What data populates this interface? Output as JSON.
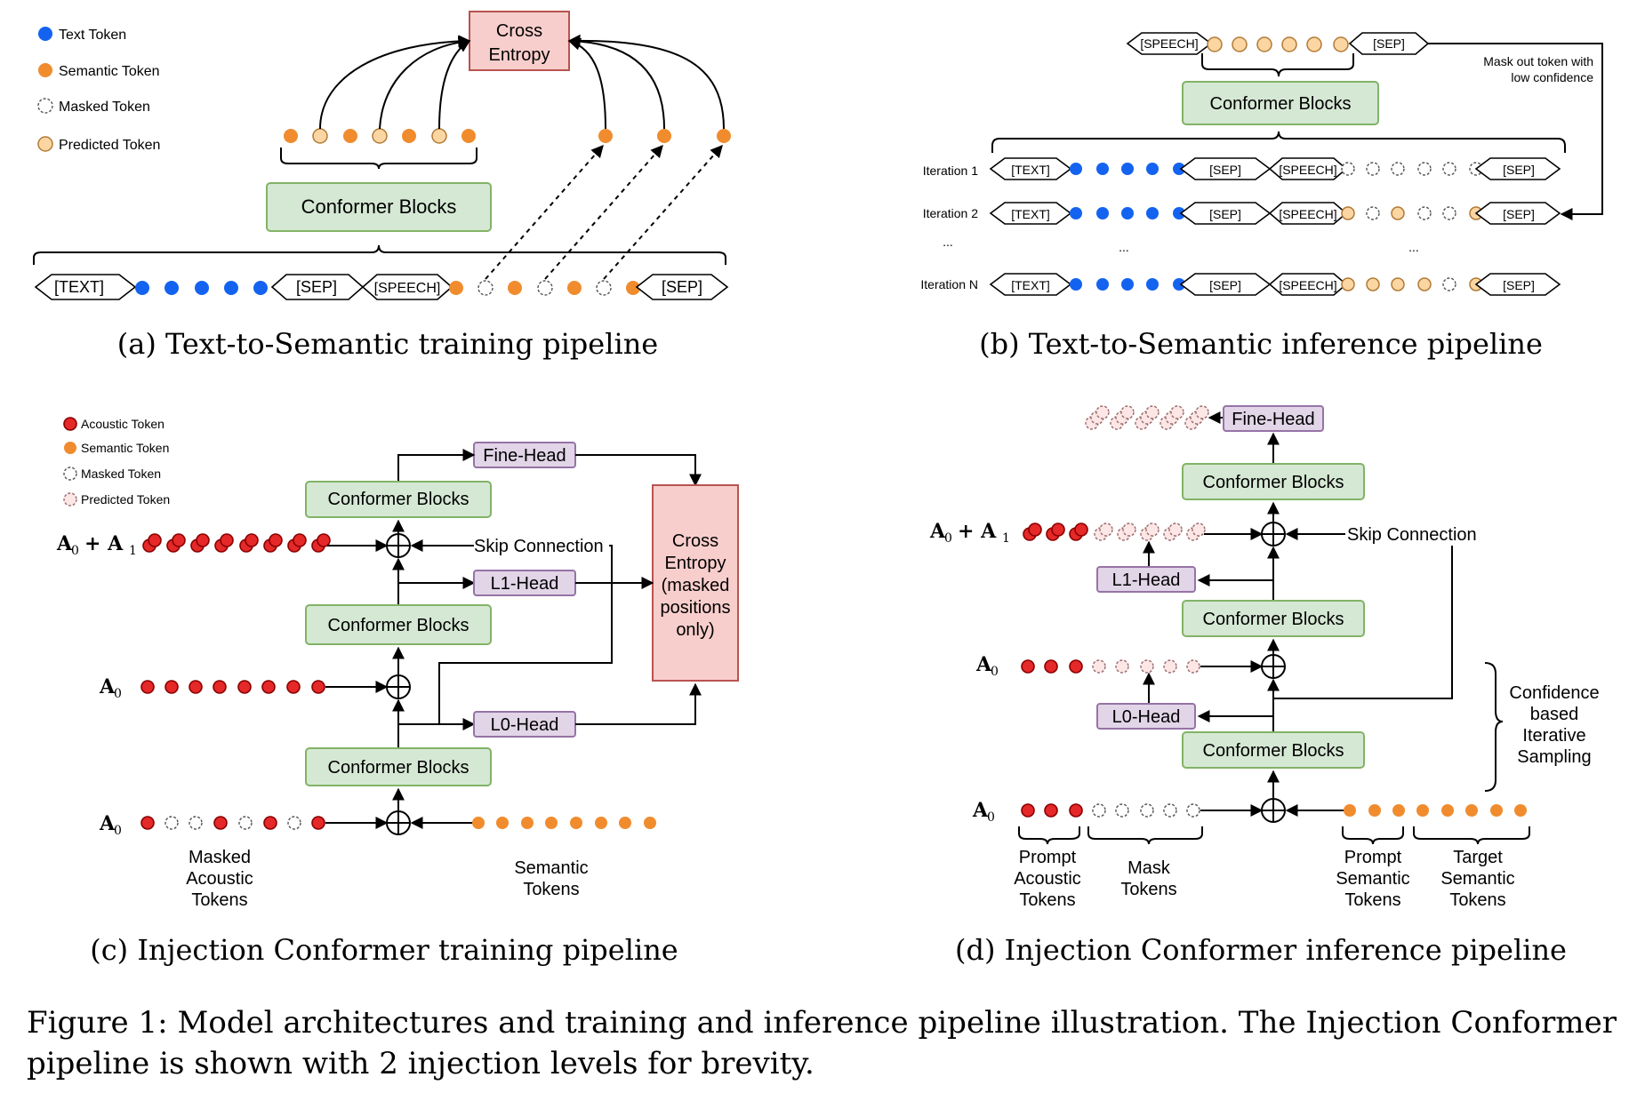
{
  "panel_a": {
    "legend": [
      "Text Token",
      "Semantic Token",
      "Masked Token",
      "Predicted Token"
    ],
    "cross_entropy": [
      "Cross",
      "Entropy"
    ],
    "conformer": "Conformer Blocks",
    "tok_text": "[TEXT]",
    "tok_sep": "[SEP]",
    "tok_speech": "[SPEECH]",
    "caption": "(a) Text-to-Semantic training pipeline"
  },
  "panel_b": {
    "tok_speech": "[SPEECH]",
    "tok_sep": "[SEP]",
    "tok_text": "[TEXT]",
    "conformer": "Conformer Blocks",
    "mask_note": [
      "Mask out token with",
      "low confidence"
    ],
    "iterations": [
      "Iteration 1",
      "Iteration 2",
      "...",
      "Iteration N"
    ],
    "ellipsis": "...",
    "caption": "(b) Text-to-Semantic inference pipeline"
  },
  "panel_c": {
    "legend": [
      "Acoustic Token",
      "Semantic Token",
      "Masked Token",
      "Predicted Token"
    ],
    "fine_head": "Fine-Head",
    "l1_head": "L1-Head",
    "l0_head": "L0-Head",
    "conformer": "Conformer Blocks",
    "skip": "Skip Connection",
    "cross_entropy": [
      "Cross",
      "Entropy",
      "(masked",
      "positions",
      "only)"
    ],
    "a0": "A",
    "a0_sub": "0",
    "a01_plus": "+ A",
    "a1_sub": "1",
    "masked_acoustic": [
      "Masked",
      "Acoustic",
      "Tokens"
    ],
    "semantic_tokens": [
      "Semantic",
      "Tokens"
    ],
    "caption": "(c) Injection Conformer training pipeline"
  },
  "panel_d": {
    "fine_head": "Fine-Head",
    "l1_head": "L1-Head",
    "l0_head": "L0-Head",
    "conformer": "Conformer Blocks",
    "skip": "Skip Connection",
    "confidence": [
      "Confidence",
      "based",
      "Iterative",
      "Sampling"
    ],
    "a0": "A",
    "a0_sub": "0",
    "a01_plus": "+ A",
    "a1_sub": "1",
    "prompt_acoustic": [
      "Prompt",
      "Acoustic",
      "Tokens"
    ],
    "mask_tokens": [
      "Mask",
      "Tokens"
    ],
    "prompt_semantic": [
      "Prompt",
      "Semantic",
      "Tokens"
    ],
    "target_semantic": [
      "Target",
      "Semantic",
      "Tokens"
    ],
    "caption": "(d) Injection Conformer inference pipeline"
  },
  "figure_caption": [
    "Figure 1: Model architectures and training and inference pipeline illustration. The Injection Conformer",
    "pipeline is shown with 2 injection levels for brevity."
  ],
  "colors": {
    "text_token": "#1463f0",
    "semantic_token": "#f08c2e",
    "acoustic_token": "#e52828",
    "conformer_fill": "#d5e8d4",
    "cross_entropy_fill": "#f8cecc",
    "head_fill": "#e1d5e7"
  }
}
